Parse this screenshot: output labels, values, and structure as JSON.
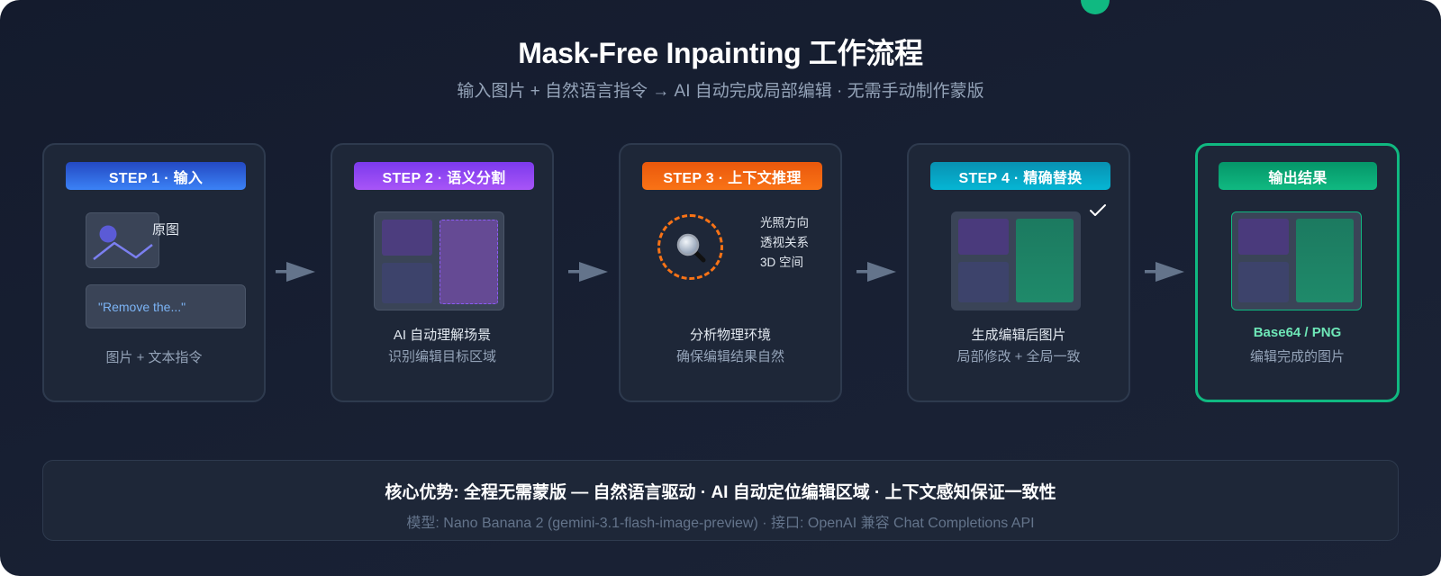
{
  "header": {
    "title": "Mask-Free Inpainting 工作流程",
    "subtitle": "输入图片 + 自然语言指令 → AI 自动完成局部编辑 · 无需手动制作蒙版"
  },
  "steps": [
    {
      "badge": "STEP 1 · 输入",
      "badge_color": "#3b82f6",
      "thumb_label": "原图",
      "prompt_text": "\"Remove the...\"",
      "caption": "图片 + 文本指令"
    },
    {
      "badge": "STEP 2 · 语义分割",
      "badge_color": "#a855f7",
      "line1": "AI 自动理解场景",
      "line2": "识别编辑目标区域"
    },
    {
      "badge": "STEP 3 · 上下文推理",
      "badge_color": "#f97316",
      "icon": "magnifier-icon",
      "context_items": [
        "光照方向",
        "透视关系",
        "3D 空间"
      ],
      "line1": "分析物理环境",
      "line2": "确保编辑结果自然"
    },
    {
      "badge": "STEP 4 · 精确替换",
      "badge_color": "#06b6d4",
      "icon": "check-icon",
      "line1": "生成编辑后图片",
      "line2": "局部修改 + 全局一致"
    },
    {
      "badge": "输出结果",
      "badge_color": "#10b981",
      "line1": "Base64 / PNG",
      "line1_color": "#6ee7b7",
      "line2": "编辑完成的图片"
    }
  ],
  "footer": {
    "main": "核心优势: 全程无需蒙版 — 自然语言驱动 · AI 自动定位编辑区域 · 上下文感知保证一致性",
    "sub": "模型: Nano Banana 2 (gemini-3.1-flash-image-preview) · 接口: OpenAI 兼容 Chat Completions API"
  },
  "colors": {
    "background": "#161d2f",
    "card": "#1e2738",
    "card_border": "#2e3a4e",
    "output_border": "#10b981",
    "arrow": "#64748b"
  }
}
